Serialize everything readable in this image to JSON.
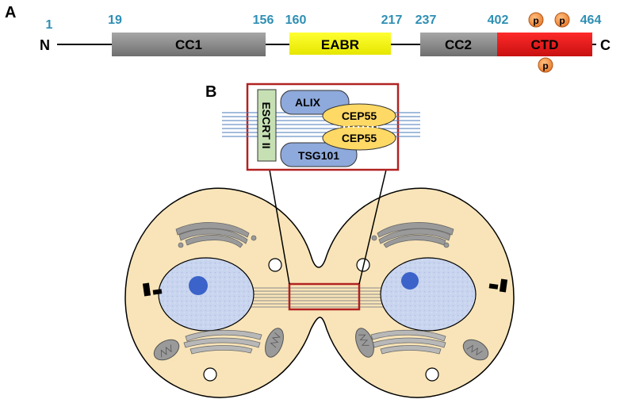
{
  "panels": {
    "a": "A",
    "b": "B"
  },
  "protein": {
    "n_terminus": "N",
    "c_terminus": "C",
    "positions": [
      "1",
      "19",
      "156",
      "160",
      "217",
      "237",
      "402",
      "464"
    ],
    "domains": [
      {
        "name": "CC1",
        "start": 19,
        "end": 156,
        "color": "#8c8c8c"
      },
      {
        "name": "EABR",
        "start": 160,
        "end": 217,
        "color": "#ffff00"
      },
      {
        "name": "CC2",
        "start": 237,
        "end": 402,
        "color": "#8c8c8c"
      },
      {
        "name": "CTD",
        "start": 402,
        "end": 464,
        "color": "#e8171b"
      }
    ],
    "phospho_label": "p",
    "position_color": "#2e8fb4"
  },
  "inset": {
    "escrt": "ESCRT II",
    "alix": "ALIX",
    "cep55_top": "CEP55",
    "cep55_bottom": "CEP55",
    "tsg101": "TSG101",
    "colors": {
      "frame": "#b22222",
      "escrt": "#c6e0b4",
      "alix": "#8ea9db",
      "cep55": "#ffd966",
      "filament": "#4a78b8"
    }
  },
  "cells": {
    "cytoplasm": "#f8e4b8",
    "nucleus": "#c8d4ee",
    "nucleolus": "#3b63c9"
  }
}
